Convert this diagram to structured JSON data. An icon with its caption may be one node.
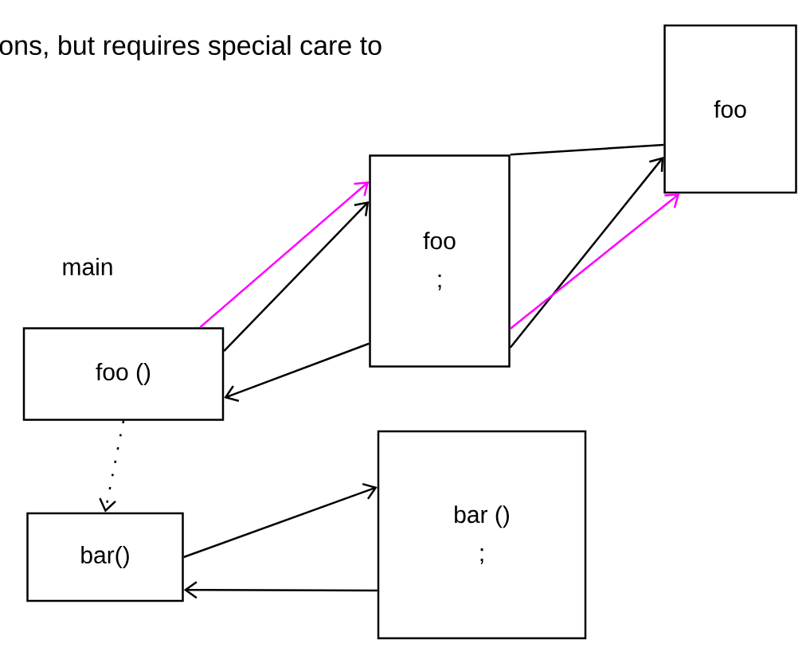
{
  "diagram": {
    "nodes": [
      {
        "text": [
          "foo ()"
        ],
        "beside": [
          "main"
        ]
      },
      {
        "text": [
          "bar()"
        ]
      },
      {
        "text": [
          "foo",
          ";"
        ]
      },
      {
        "text": [
          "foo"
        ]
      },
      {
        "text": [
          "bar ()",
          ";"
        ]
      }
    ],
    "edges": [
      {
        "from": 0,
        "to": 2,
        "arrow": "to"
      },
      {
        "from": 0,
        "to": 2,
        "arrow": "to",
        "color": "#ff00ff"
      },
      {
        "from": 2,
        "to": 0,
        "arrow": "to"
      },
      {
        "from": 0,
        "to": 1,
        "arrow": "to",
        "style": "dashed"
      },
      {
        "from": 1,
        "to": 4,
        "arrow": "to"
      },
      {
        "from": 4,
        "to": 1,
        "arrow": "to"
      },
      {
        "from": 2,
        "to": 3,
        "arrow": "to"
      },
      {
        "from": 2,
        "to": 3,
        "arrow": "to",
        "color": "#ff00ff"
      },
      {
        "from": 2,
        "to": 3,
        "arrow": "none"
      }
    ],
    "labels": [
      "ons, but requires special care to"
    ]
  }
}
